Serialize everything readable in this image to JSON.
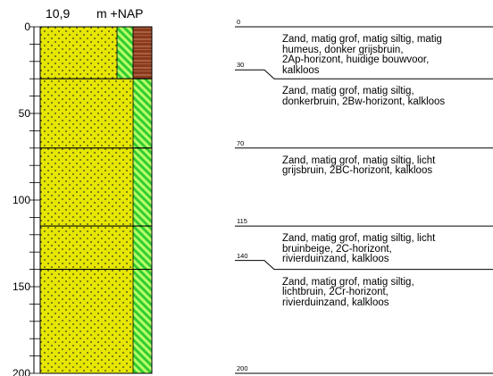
{
  "header": {
    "elevation": "10,9",
    "unit": "m +NAP"
  },
  "colors": {
    "sand": "#e6e600",
    "humus": "#8b3a1e",
    "stripe_bg": "#33cc33",
    "stripe_fg": "#b8ff66",
    "dot": "#333333",
    "line": "#000000"
  },
  "depth_axis": {
    "min": 0,
    "max": 200,
    "ticks": [
      "0",
      "50",
      "100",
      "150",
      "200"
    ],
    "minor_step": 10
  },
  "layers": [
    {
      "top": "0",
      "bottom": "30",
      "top_value": 0,
      "bottom_value": 30,
      "description": [
        "Zand, matig grof, matig siltig, matig",
        "humeus, donker grijsbruin,",
        "2Ap-horizont, huidige bouwvoor,",
        "kalkloos"
      ],
      "side_pattern": "humus"
    },
    {
      "top": "30",
      "bottom": "70",
      "top_value": 30,
      "bottom_value": 70,
      "description": [
        "Zand, matig grof, matig siltig,",
        "donkerbruin, 2Bw-horizont, kalkloos"
      ],
      "side_pattern": "stripe"
    },
    {
      "top": "70",
      "bottom": "115",
      "top_value": 70,
      "bottom_value": 115,
      "description": [
        "Zand, matig grof, matig siltig, licht",
        "grijsbruin, 2BC-horizont, kalkloos"
      ],
      "side_pattern": "stripe"
    },
    {
      "top": "115",
      "bottom": "140",
      "top_value": 115,
      "bottom_value": 140,
      "description": [
        "Zand, matig grof, matig siltig, licht",
        "bruinbeige, 2C-horizont,",
        "rivierduinzand, kalkloos"
      ],
      "side_pattern": "stripe"
    },
    {
      "top": "140",
      "bottom": "200",
      "top_value": 140,
      "bottom_value": 200,
      "description": [
        "Zand, matig grof, matig siltig,",
        "lichtbruin, 2Cr-horizont,",
        "rivierduinzand, kalkloos"
      ],
      "side_pattern": "stripe"
    }
  ],
  "depth_labels": [
    "0",
    "30",
    "70",
    "115",
    "140",
    "200"
  ]
}
